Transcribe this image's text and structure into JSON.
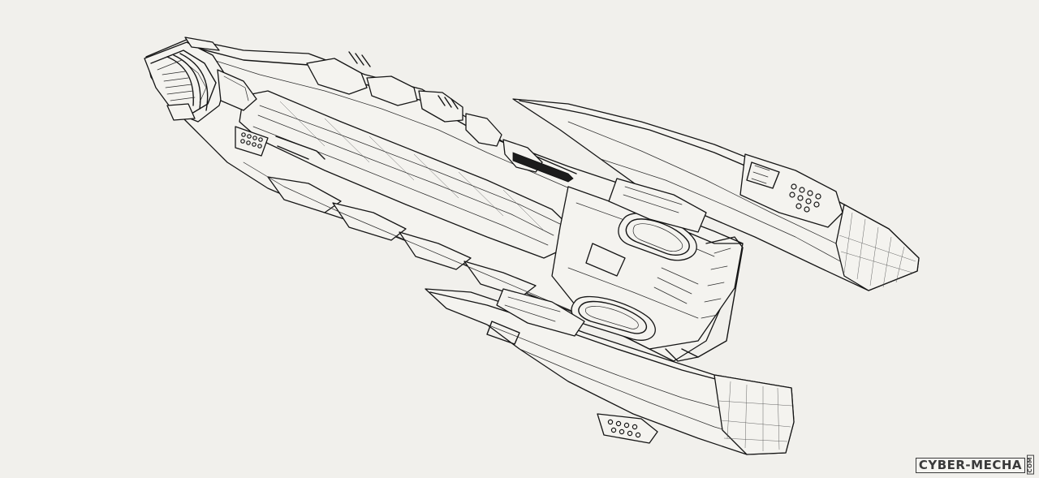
{
  "image": {
    "subject": "line-art-spaceship",
    "background_color": "#f1f0ec",
    "line_color": "#151515"
  },
  "watermark": {
    "text": "CYBER-MECHA",
    "suffix": "COM"
  }
}
